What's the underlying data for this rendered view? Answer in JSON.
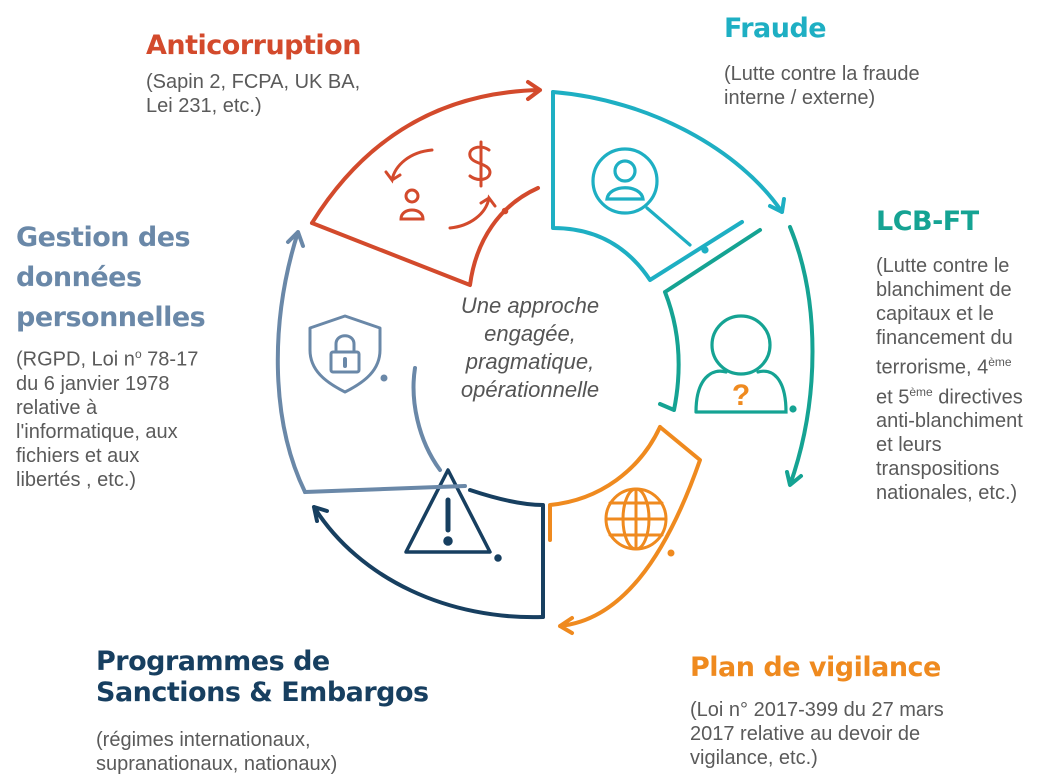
{
  "colors": {
    "anticorruption": "#d34a2c",
    "fraude": "#1eafc3",
    "lcbft": "#15a393",
    "vigilance": "#ef8a1f",
    "sanctions": "#173f60",
    "donnees": "#6a88a8"
  },
  "center_text": [
    "Une approche",
    "engagée,",
    "pragmatique,",
    "opérationnelle"
  ],
  "segments": {
    "anticorruption": {
      "title": "Anticorruption",
      "desc": [
        "(Sapin 2, FCPA, UK BA,",
        "Lei 231, etc.)"
      ],
      "icon": "money-exchange-icon"
    },
    "fraude": {
      "title": "Fraude",
      "desc": [
        "(Lutte contre la fraude",
        "interne / externe)"
      ],
      "icon": "person-search-icon"
    },
    "lcbft": {
      "title": "LCB-FT",
      "desc": [
        "(Lutte contre le",
        "blanchiment de",
        "capitaux et le",
        "financement du"
      ],
      "desc_line5_a": "terrorisme, 4",
      "desc_line5_sup": "ème",
      "desc_line6_a": "et 5",
      "desc_line6_sup": "ème",
      "desc_line6_b": " directives",
      "desc_rest": [
        "anti-blanchiment",
        "et leurs",
        "transpositions",
        "nationales, etc.)"
      ],
      "icon": "unknown-person-icon"
    },
    "vigilance": {
      "title": "Plan de vigilance",
      "desc": [
        "(Loi n° 2017-399 du 27 mars",
        "2017 relative au devoir de",
        "vigilance, etc.)"
      ],
      "icon": "globe-icon"
    },
    "sanctions": {
      "title": [
        "Programmes de",
        "Sanctions & Embargos"
      ],
      "desc": [
        "(régimes internationaux,",
        "supranationaux, nationaux)"
      ],
      "icon": "warning-icon"
    },
    "donnees": {
      "title": [
        "Gestion des",
        "données",
        "personnelles"
      ],
      "desc_line1_a": "(RGPD, Loi n",
      "desc_line1_sup": "o",
      "desc_line1_b": " 78-17",
      "desc": [
        "du 6 janvier 1978",
        "relative à",
        "l'informatique, aux",
        "fichiers et aux",
        "libertés , etc.)"
      ],
      "icon": "shield-lock-icon"
    }
  }
}
